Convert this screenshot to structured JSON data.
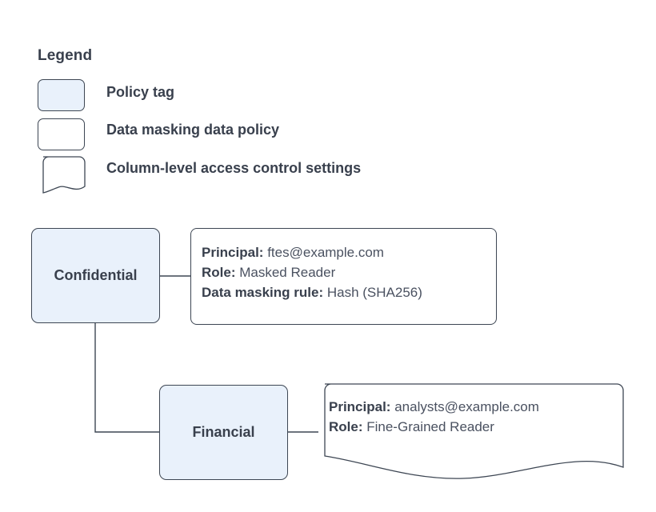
{
  "legend": {
    "title": "Legend",
    "items": [
      {
        "shape": "policy-tag-swatch",
        "label": "Policy tag"
      },
      {
        "shape": "data-policy-swatch",
        "label": "Data masking data policy"
      },
      {
        "shape": "settings-note-swatch",
        "label": "Column-level access control settings"
      }
    ]
  },
  "diagram": {
    "nodes": [
      {
        "id": "confidential",
        "label": "Confidential"
      },
      {
        "id": "financial",
        "label": "Financial"
      }
    ],
    "policies": [
      {
        "id": "masking-policy",
        "lines": [
          {
            "key": "Principal:",
            "value": "ftes@example.com"
          },
          {
            "key": "Role:",
            "value": "Masked Reader"
          },
          {
            "key": "Data masking rule:",
            "value": "Hash (SHA256)"
          }
        ]
      },
      {
        "id": "column-access-settings",
        "lines": [
          {
            "key": "Principal:",
            "value": "analysts@example.com"
          },
          {
            "key": "Role:",
            "value": "Fine-Grained Reader"
          }
        ]
      }
    ]
  },
  "colors": {
    "node_fill": "#e9f1fb",
    "stroke": "#3d4653",
    "text": "#39404d",
    "background": "#ffffff"
  }
}
